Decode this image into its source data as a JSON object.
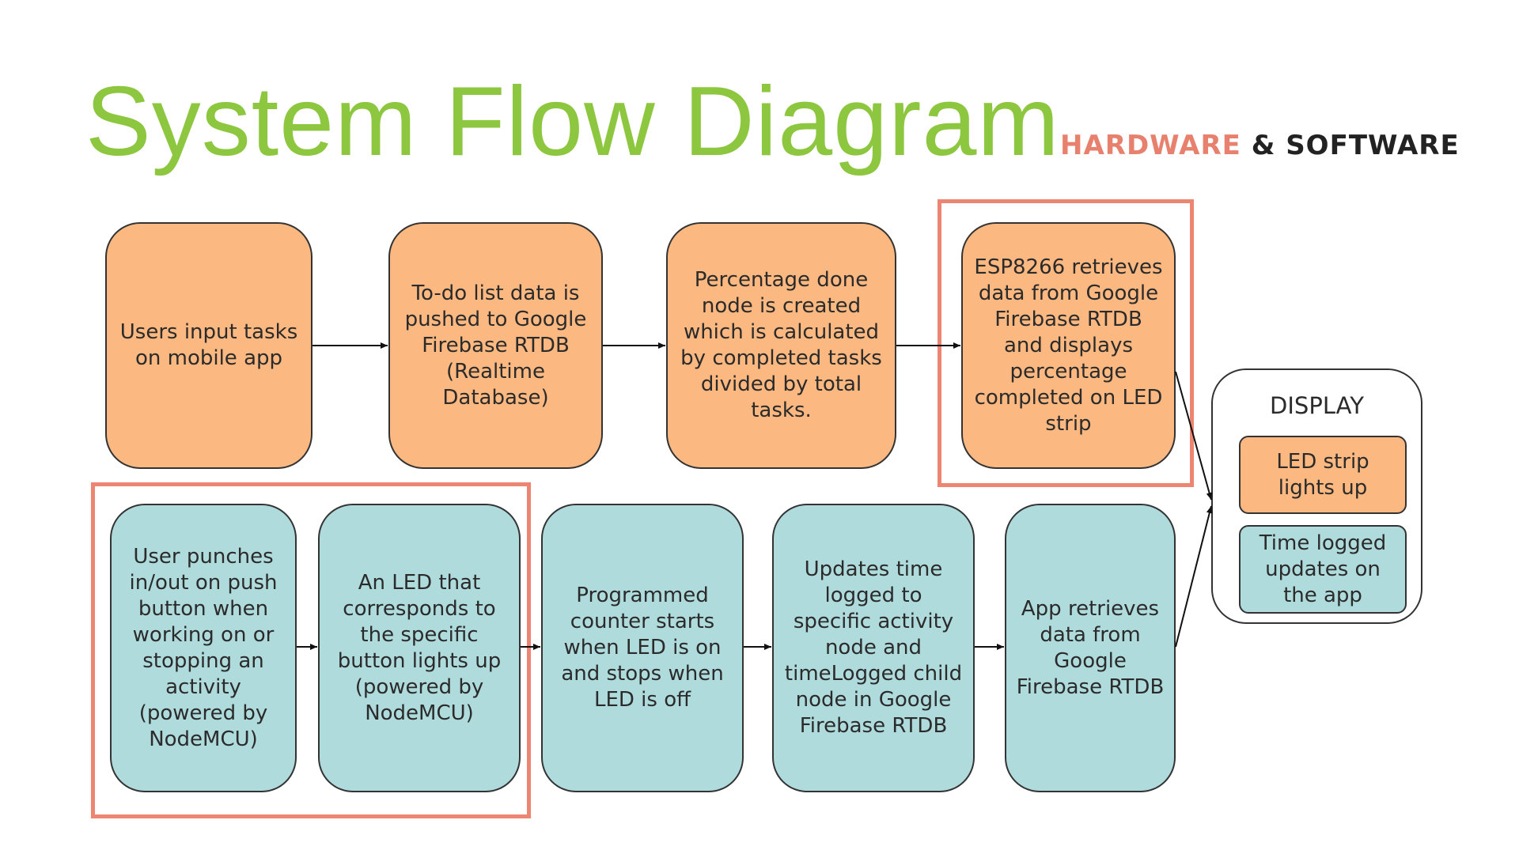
{
  "title": "System Flow Diagram",
  "subtitle": {
    "part1": "HARDWARE",
    "part2": " & SOFTWARE"
  },
  "colors": {
    "title": "#8dc63f",
    "accent": "#ec8572",
    "orange_node": "#fbb880",
    "teal_node": "#afdbdc"
  },
  "top_row": [
    "Users input tasks on mobile app",
    "To-do list data is pushed to Google Firebase RTDB (Realtime Database)",
    "Percentage done node is created which is calculated by completed tasks divided by total tasks.",
    "ESP8266 retrieves data from Google Firebase RTDB and displays percentage completed on LED strip"
  ],
  "bottom_row": [
    "User punches in/out on push button when working on or stopping an activity (powered by NodeMCU)",
    "An LED that corresponds to the specific button lights up (powered by NodeMCU)",
    "Programmed counter starts when LED is on and stops when LED is off",
    "Updates time logged to specific activity node and timeLogged child node in Google Firebase RTDB",
    "App retrieves data from Google Firebase RTDB"
  ],
  "display": {
    "title": "DISPLAY",
    "items": [
      "LED strip lights up",
      "Time logged updates on the app"
    ]
  }
}
